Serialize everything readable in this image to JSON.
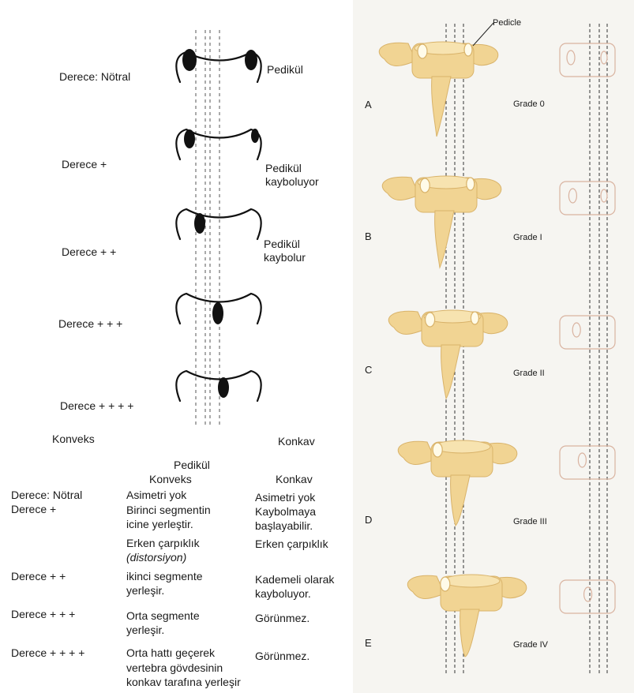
{
  "left_panel": {
    "grades": [
      {
        "label": "Derece: Nötral",
        "pedicle_note": [
          "Pedikül"
        ]
      },
      {
        "label": "Derece +",
        "pedicle_note": [
          "Pedikül",
          "kayboluyor"
        ]
      },
      {
        "label": "Derece + +",
        "pedicle_note": [
          "Pedikül",
          "kaybolur"
        ]
      },
      {
        "label": "Derece + + +",
        "pedicle_note": []
      },
      {
        "label": "Derece + + + +",
        "pedicle_note": []
      }
    ],
    "side_labels": {
      "convex": "Konveks",
      "concave": "Konkav"
    },
    "table": {
      "header_pedicle": "Pedikül",
      "header_convex": "Konveks",
      "header_concave": "Konkav",
      "rows": [
        {
          "grade": "Derece: Nötral",
          "convex": [
            "Asimetri yok"
          ],
          "concave": [
            "Asimetri yok"
          ]
        },
        {
          "grade": "Derece  +",
          "convex": [
            "Birinci segmentin",
            "icine yerleştir.",
            "Erken çarpıklık",
            "(distorsiyon)"
          ],
          "concave": [
            "Kaybolmaya",
            "başlayabilir.",
            "Erken çarpıklık"
          ]
        },
        {
          "grade": "Derece  + +",
          "convex": [
            "ikinci segmente",
            "yerleşir."
          ],
          "concave": [
            "Kademeli olarak",
            "kayboluyor."
          ]
        },
        {
          "grade": "Derece  + + +",
          "convex": [
            "Orta segmente",
            "yerleşir."
          ],
          "concave": [
            "Görünmez."
          ]
        },
        {
          "grade": "Derece  + + + +",
          "convex": [
            "Orta hattı geçerek",
            "vertebra gövdesinin",
            "konkav tarafına yerleşir"
          ],
          "concave": [
            "Görünmez."
          ]
        }
      ]
    }
  },
  "right_panel": {
    "pedicle_label": "Pedicle",
    "rows": [
      {
        "letter": "A",
        "grade": "Grade 0"
      },
      {
        "letter": "B",
        "grade": "Grade I"
      },
      {
        "letter": "C",
        "grade": "Grade II"
      },
      {
        "letter": "D",
        "grade": "Grade III"
      },
      {
        "letter": "E",
        "grade": "Grade IV"
      }
    ]
  },
  "colors": {
    "bone": "#f1d493",
    "bone_shadow": "#d9b36a",
    "outline_sketch": "#d9b3a0",
    "ink": "#111111"
  }
}
